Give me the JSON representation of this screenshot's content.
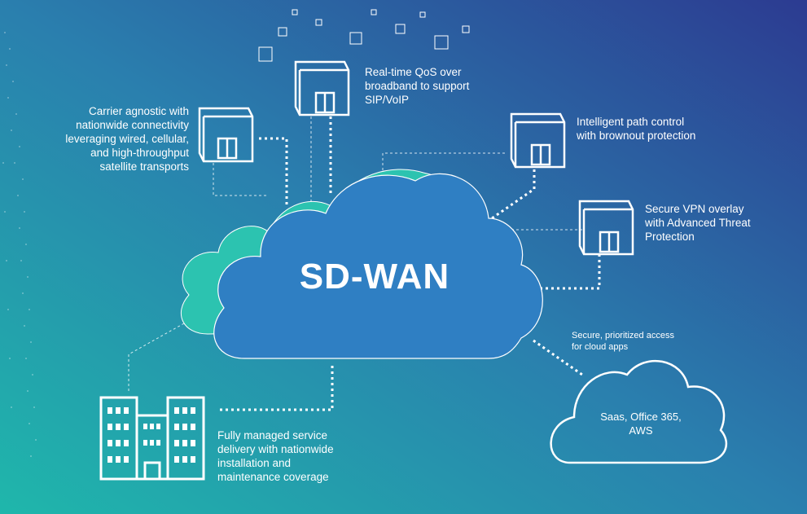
{
  "colors": {
    "bg_start": "#1fb7ab",
    "bg_mid": "#2a7fae",
    "bg_end": "#2c3b91",
    "cloud_main": "#2f7fc3",
    "cloud_back": "#2cc3b0",
    "line": "#ffffff"
  },
  "center": {
    "title": "SD-WAN"
  },
  "features": {
    "carrier": [
      "Carrier agnostic with",
      "nationwide connectivity",
      "leveraging wired, cellular,",
      "and high-throughput",
      "satellite transports"
    ],
    "qos": [
      "Real-time QoS over",
      "broadband to support",
      "SIP/VoIP"
    ],
    "path": [
      "Intelligent path control",
      "with brownout protection"
    ],
    "vpn": [
      "Secure VPN overlay",
      "with Advanced Threat",
      "Protection"
    ],
    "cloud_access": [
      "Secure, prioritized access",
      "for cloud apps"
    ],
    "managed": [
      "Fully managed service",
      "delivery with nationwide",
      "installation and",
      "maintenance coverage"
    ]
  },
  "cloud_apps": {
    "label": [
      "Saas, Office 365,",
      "AWS"
    ]
  }
}
